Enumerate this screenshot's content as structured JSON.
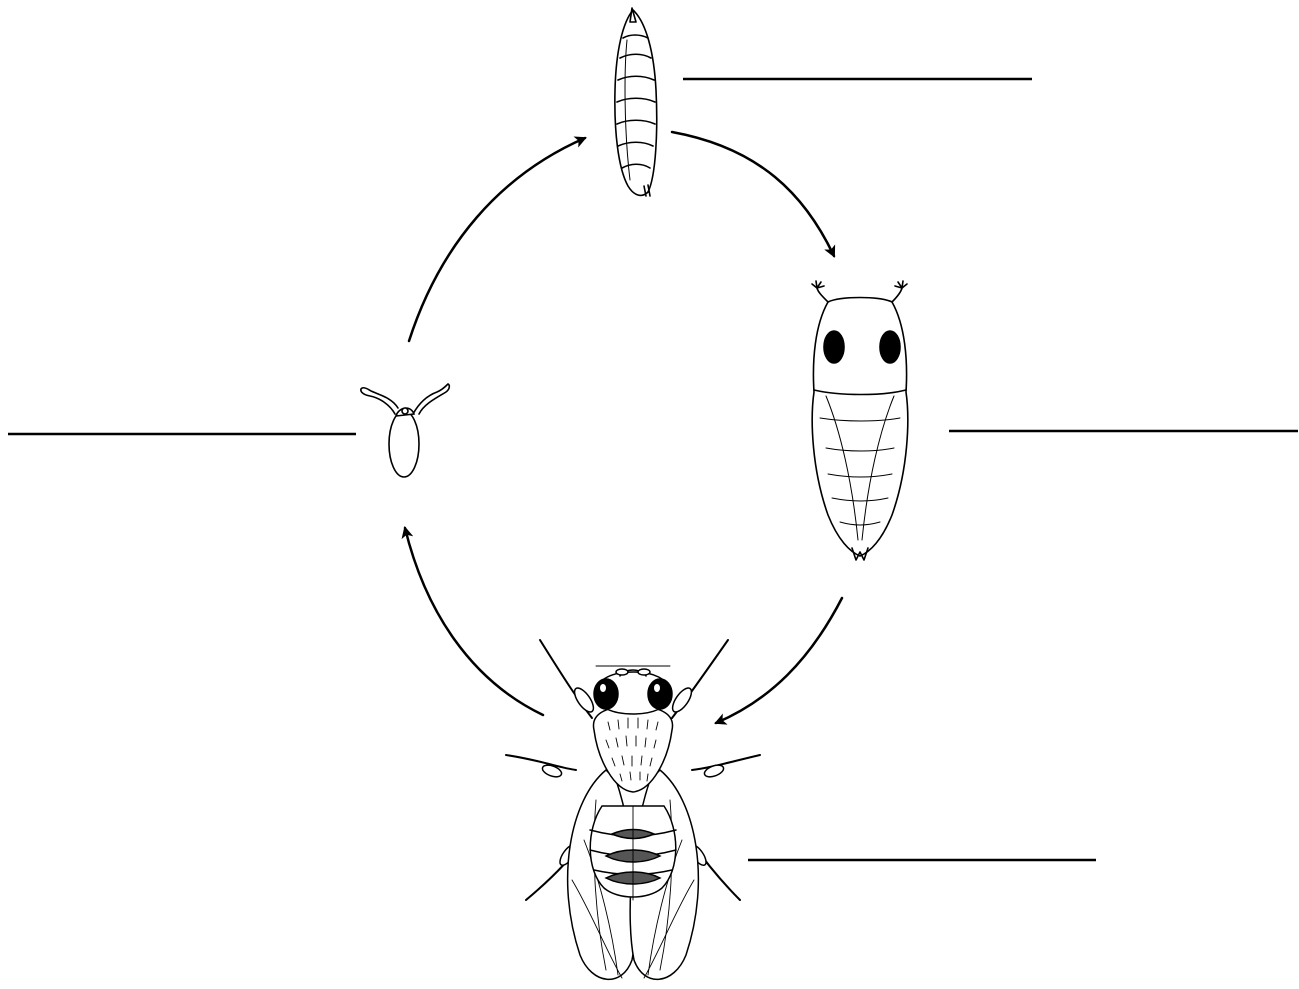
{
  "diagram": {
    "kind": "life-cycle",
    "stages": [
      {
        "id": "egg",
        "icon": "egg-icon",
        "label": ""
      },
      {
        "id": "larva",
        "icon": "larva-icon",
        "label": ""
      },
      {
        "id": "pupa",
        "icon": "pupa-icon",
        "label": ""
      },
      {
        "id": "adult",
        "icon": "adult-fly-icon",
        "label": ""
      }
    ],
    "cycle_order": [
      "egg",
      "larva",
      "pupa",
      "adult",
      "egg"
    ],
    "colors": {
      "ink": "#000000",
      "background": "#ffffff",
      "abdomen_band": "#555555"
    }
  }
}
